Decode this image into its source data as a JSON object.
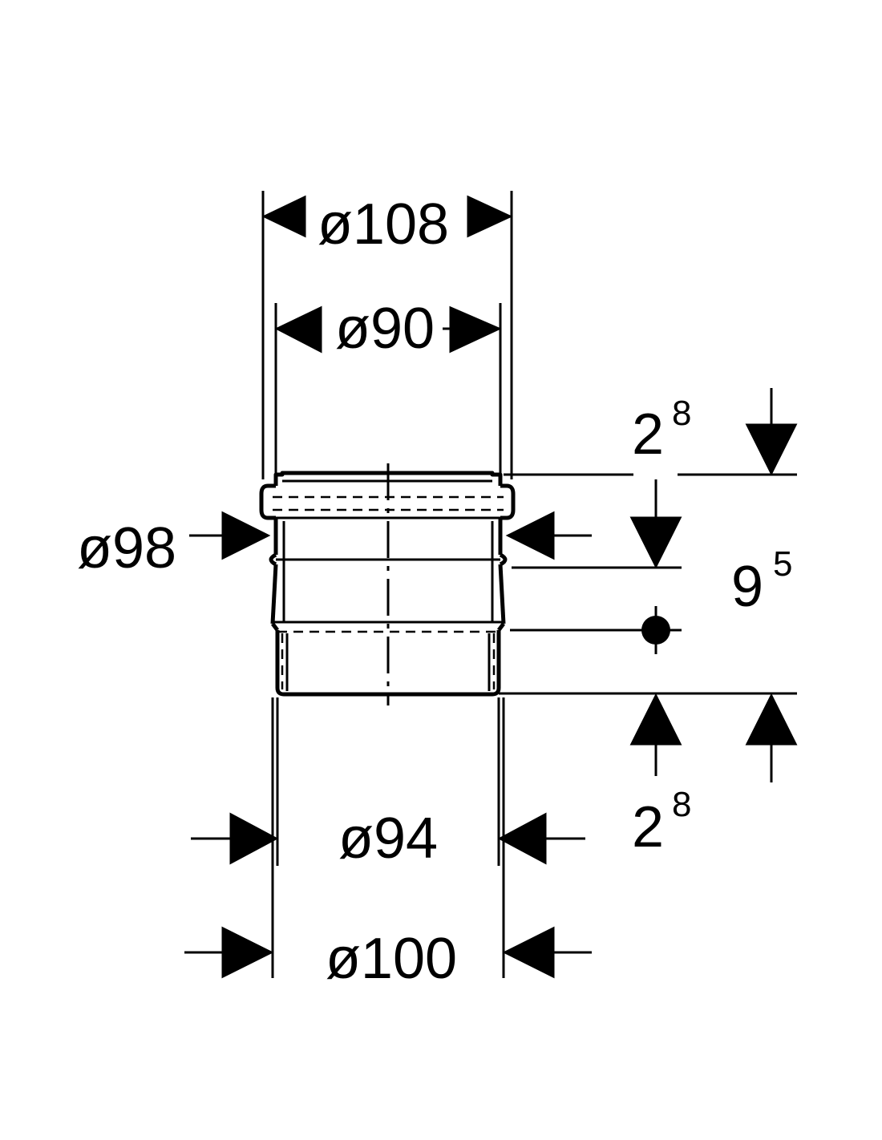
{
  "dimensions": {
    "top_outer": {
      "symbol": "ø",
      "value": "108"
    },
    "top_inner": {
      "symbol": "ø",
      "value": "90"
    },
    "left_collar": {
      "symbol": "ø",
      "value": "98"
    },
    "bottom_inner": {
      "symbol": "ø",
      "value": "94"
    },
    "bottom_outer": {
      "symbol": "ø",
      "value": "100"
    },
    "top_offset": {
      "base": "2",
      "exp": "8"
    },
    "middle_height": {
      "base": "9",
      "exp": "5"
    },
    "bottom_offset": {
      "base": "2",
      "exp": "8"
    }
  },
  "colors": {
    "line": "#000000",
    "background": "#ffffff"
  }
}
